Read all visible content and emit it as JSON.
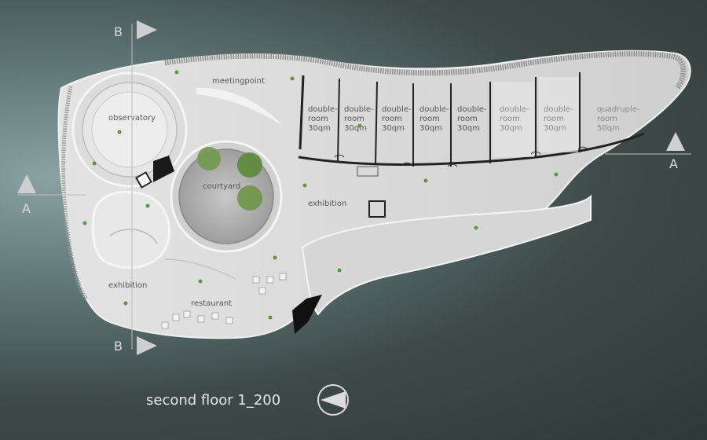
{
  "labels": {
    "observatory": "observatory",
    "meetingpoint": "meetingpoint",
    "courtyard": "courtyard",
    "exhibition_east": "exhibition",
    "exhibition_west": "exhibition",
    "restaurant": "restaurant"
  },
  "rooms": [
    {
      "line1": "double-",
      "line2": "room",
      "line3": "30qm"
    },
    {
      "line1": "double-",
      "line2": "room",
      "line3": "30qm"
    },
    {
      "line1": "double-",
      "line2": "room",
      "line3": "30qm"
    },
    {
      "line1": "double-",
      "line2": "room",
      "line3": "30qm"
    },
    {
      "line1": "double-",
      "line2": "room",
      "line3": "30qm"
    },
    {
      "line1": "double-",
      "line2": "room",
      "line3": "30qm"
    },
    {
      "line1": "double-",
      "line2": "room",
      "line3": "30qm"
    },
    {
      "line1": "quadruple-",
      "line2": "room",
      "line3": "50qm"
    }
  ],
  "section_marks": {
    "a": "A",
    "b": "B"
  },
  "title": "second floor 1_200",
  "north_arrow_icon": "north-arrow-icon"
}
